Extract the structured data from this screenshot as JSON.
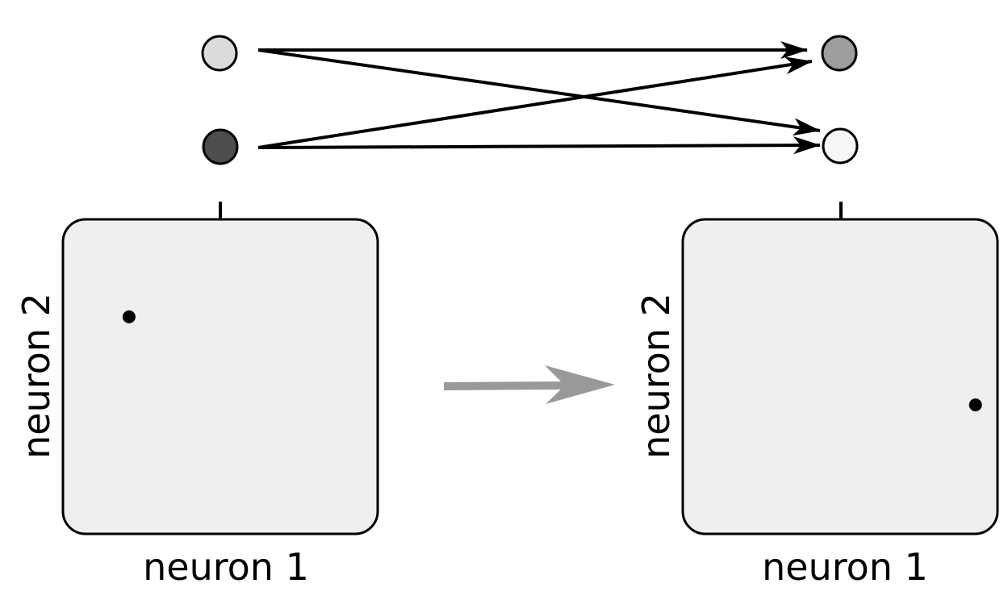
{
  "colors": {
    "background": "#ffffff",
    "panel_fill": "#efefef",
    "stroke": "#000000",
    "transition_arrow": "#999999"
  },
  "network": {
    "input_neurons": [
      {
        "id": "input-1",
        "fill": "#dcdcdc"
      },
      {
        "id": "input-2",
        "fill": "#4d4d4d"
      }
    ],
    "output_neurons": [
      {
        "id": "output-1",
        "fill": "#9e9e9e"
      },
      {
        "id": "output-2",
        "fill": "#f7f7f7"
      }
    ],
    "connections": [
      {
        "from": "input-1",
        "to": "output-1"
      },
      {
        "from": "input-1",
        "to": "output-2"
      },
      {
        "from": "input-2",
        "to": "output-1"
      },
      {
        "from": "input-2",
        "to": "output-2"
      }
    ]
  },
  "panels": {
    "input_state": {
      "xlabel": "neuron 1",
      "ylabel": "neuron 2",
      "point": {
        "neuron_1": 0.21,
        "neuron_2": 0.69
      }
    },
    "output_state": {
      "xlabel": "neuron 1",
      "ylabel": "neuron 2",
      "point": {
        "neuron_1": 0.93,
        "neuron_2": 0.41
      }
    }
  }
}
